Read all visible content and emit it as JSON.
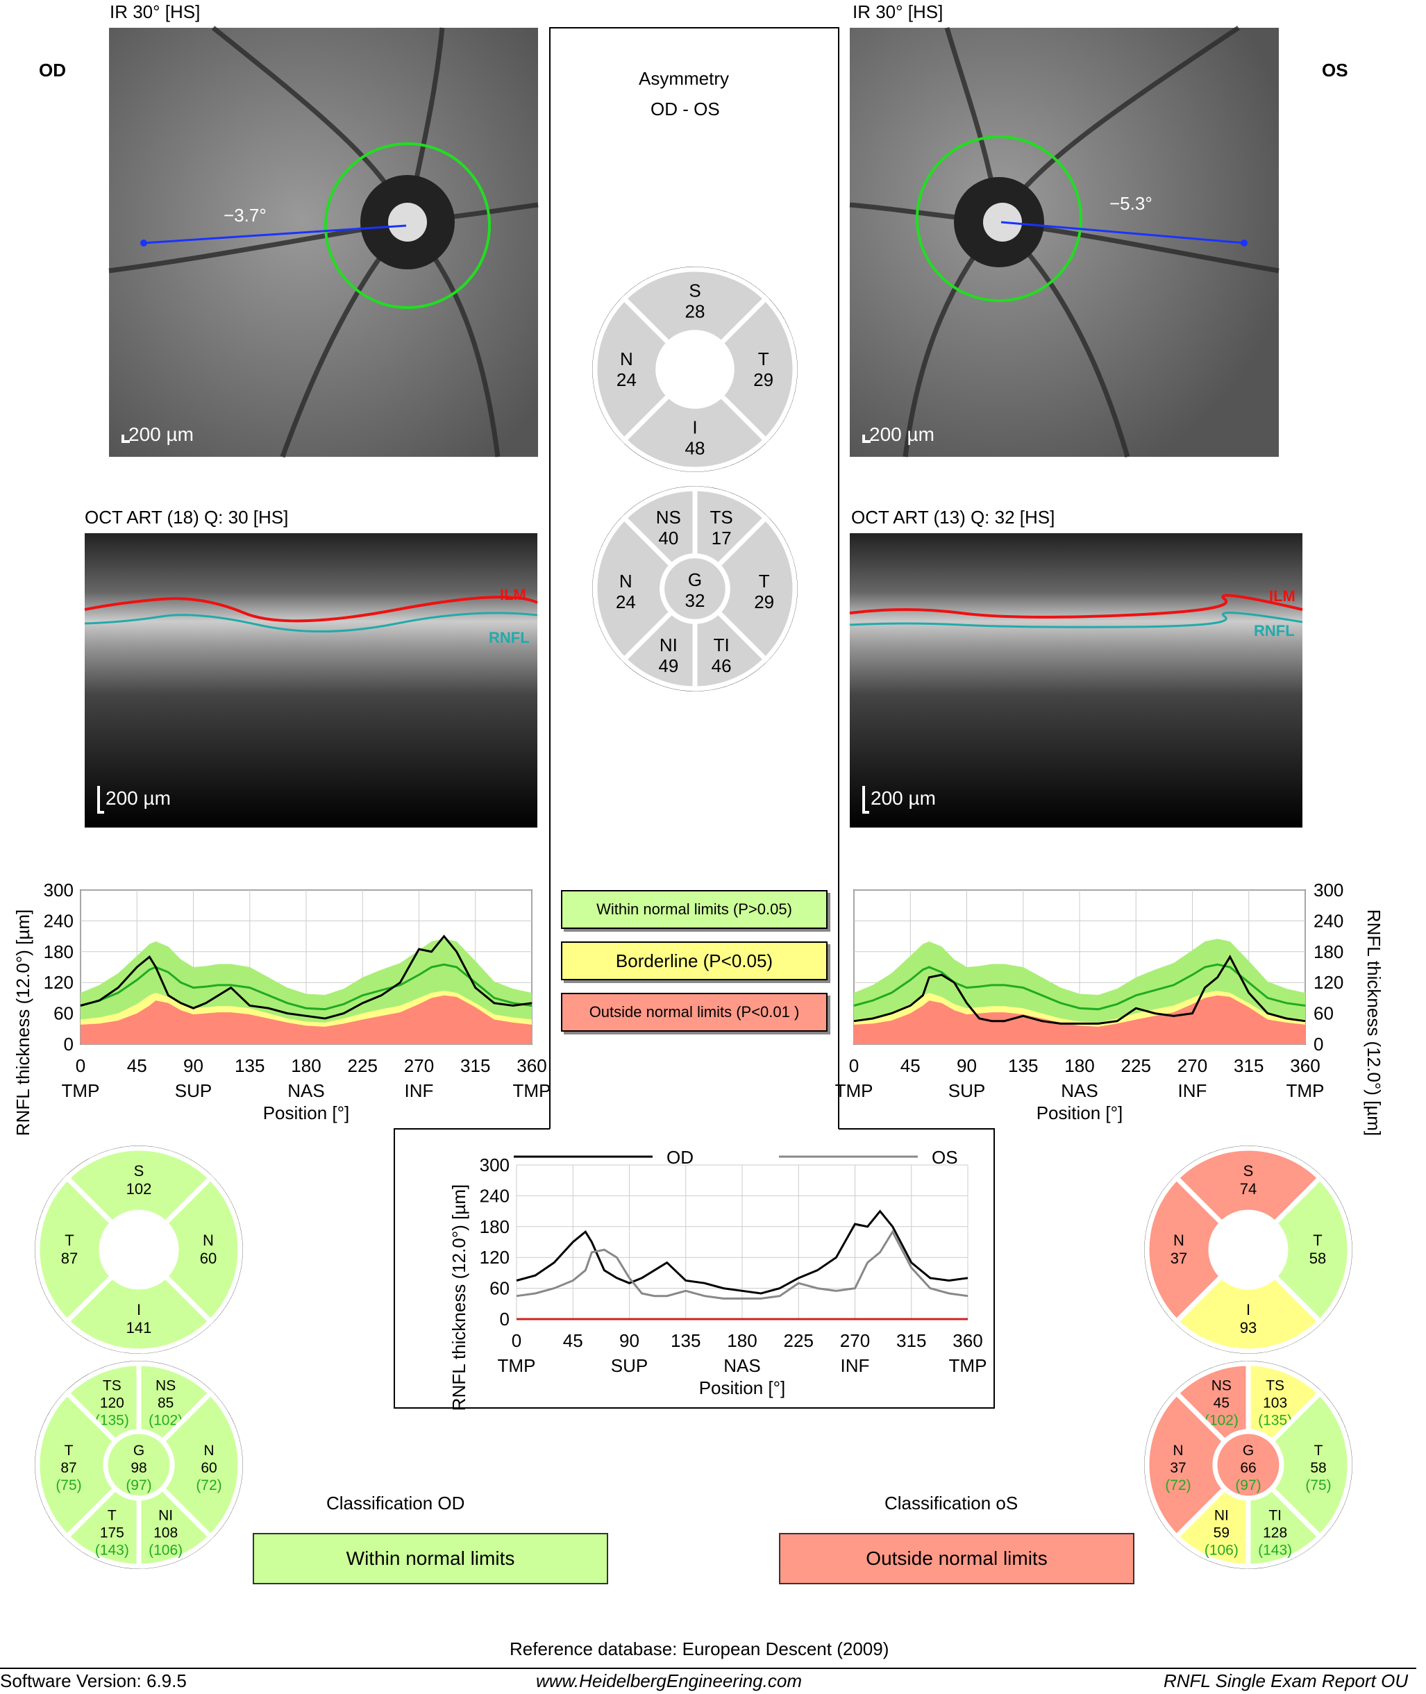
{
  "od": {
    "eye_label": "OD",
    "ir_title": "IR 30° [HS]",
    "angle": "−3.7°",
    "ir_scale": "200 µm",
    "oct_title": "OCT ART (18) Q: 30 [HS]",
    "oct_scale": "200 µm",
    "ilm_label": "ILM",
    "rnfl_label": "RNFL",
    "quadrants": [
      {
        "name": "S",
        "value": "102",
        "status": "green"
      },
      {
        "name": "T",
        "value": "87",
        "status": "green"
      },
      {
        "name": "N",
        "value": "60",
        "status": "green"
      },
      {
        "name": "I",
        "value": "141",
        "status": "green"
      }
    ],
    "sectors": [
      {
        "name": "TS",
        "value": "120",
        "ref": "(135)",
        "status": "green"
      },
      {
        "name": "NS",
        "value": "85",
        "ref": "(102)",
        "status": "green"
      },
      {
        "name": "T",
        "value": "87",
        "ref": "(75)",
        "status": "green"
      },
      {
        "name": "G",
        "value": "98",
        "ref": "(97)",
        "status": "green"
      },
      {
        "name": "N",
        "value": "60",
        "ref": "(72)",
        "status": "green"
      },
      {
        "name": "T",
        "value": "175",
        "ref": "(143)",
        "status": "green"
      },
      {
        "name": "NI",
        "value": "108",
        "ref": "(106)",
        "status": "green"
      }
    ],
    "classification_title": "Classification OD",
    "classification": "Within normal limits",
    "classification_color": "#ccff99"
  },
  "os": {
    "eye_label": "OS",
    "ir_title": "IR 30° [HS]",
    "angle": "−5.3°",
    "ir_scale": "200 µm",
    "oct_title": "OCT ART (13) Q: 32 [HS]",
    "oct_scale": "200 µm",
    "ilm_label": "ILM",
    "rnfl_label": "RNFL",
    "quadrants": [
      {
        "name": "S",
        "value": "74",
        "status": "red"
      },
      {
        "name": "N",
        "value": "37",
        "status": "red"
      },
      {
        "name": "T",
        "value": "58",
        "status": "green"
      },
      {
        "name": "I",
        "value": "93",
        "status": "yellow"
      }
    ],
    "sectors": [
      {
        "name": "NS",
        "value": "45",
        "ref": "(102)",
        "status": "red"
      },
      {
        "name": "TS",
        "value": "103",
        "ref": "(135)",
        "status": "yellow"
      },
      {
        "name": "N",
        "value": "37",
        "ref": "(72)",
        "status": "red"
      },
      {
        "name": "G",
        "value": "66",
        "ref": "(97)",
        "status": "red"
      },
      {
        "name": "T",
        "value": "58",
        "ref": "(75)",
        "status": "green"
      },
      {
        "name": "NI",
        "value": "59",
        "ref": "(106)",
        "status": "yellow"
      },
      {
        "name": "TI",
        "value": "128",
        "ref": "(143)",
        "status": "green"
      }
    ],
    "classification_title": "Classification oS",
    "classification": "Outside normal limits",
    "classification_color": "#ff9988"
  },
  "asymmetry": {
    "title_line1": "Asymmetry",
    "title_line2": "OD - OS",
    "quadrants": [
      {
        "name": "S",
        "value": "28"
      },
      {
        "name": "N",
        "value": "24"
      },
      {
        "name": "T",
        "value": "29"
      },
      {
        "name": "I",
        "value": "48"
      }
    ],
    "sectors": [
      {
        "name": "NS",
        "value": "40"
      },
      {
        "name": "TS",
        "value": "17"
      },
      {
        "name": "N",
        "value": "24"
      },
      {
        "name": "G",
        "value": "32"
      },
      {
        "name": "T",
        "value": "29"
      },
      {
        "name": "NI",
        "value": "49"
      },
      {
        "name": "TI",
        "value": "46"
      }
    ]
  },
  "legend": {
    "within": "Within normal limits (P>0.05)",
    "borderline": "Borderline (P<0.05)",
    "outside": "Outside normal limits (P<0.01 )"
  },
  "colors": {
    "green": "#ccff99",
    "yellow": "#ffff88",
    "red": "#ff9988",
    "gray": "#d3d3d3",
    "band_green": "#aaee77",
    "band_yellow": "#ffff88",
    "band_red": "#ff8877",
    "mean_line": "#22aa22"
  },
  "chart_data": [
    {
      "type": "line",
      "name": "OD profile",
      "ylabel": "RNFL thickness (12.0°) [µm]",
      "xlabel": "Position [°]",
      "ylim": [
        0,
        300
      ],
      "xlim": [
        0,
        360
      ],
      "yticks": [
        "0",
        "60",
        "120",
        "180",
        "240",
        "300"
      ],
      "xticks": [
        "0",
        "45",
        "90",
        "135",
        "180",
        "225",
        "270",
        "315",
        "360"
      ],
      "sector_labels": [
        "TMP",
        "SUP",
        "NAS",
        "INF",
        "TMP"
      ],
      "x": [
        0,
        15,
        30,
        45,
        55,
        60,
        70,
        80,
        90,
        100,
        110,
        120,
        135,
        150,
        165,
        180,
        195,
        210,
        225,
        240,
        255,
        270,
        280,
        290,
        300,
        315,
        330,
        345,
        360
      ],
      "series": [
        {
          "values": [
            75,
            85,
            110,
            150,
            170,
            150,
            95,
            80,
            70,
            80,
            95,
            110,
            75,
            70,
            60,
            55,
            50,
            60,
            80,
            95,
            120,
            185,
            180,
            210,
            180,
            110,
            80,
            75,
            80
          ]
        }
      ],
      "normal_mean": [
        75,
        85,
        100,
        125,
        145,
        150,
        140,
        120,
        110,
        112,
        115,
        115,
        110,
        95,
        80,
        70,
        68,
        78,
        95,
        105,
        115,
        135,
        150,
        155,
        150,
        120,
        90,
        80,
        75
      ],
      "p5": [
        48,
        52,
        60,
        78,
        95,
        100,
        92,
        78,
        70,
        72,
        74,
        74,
        70,
        60,
        50,
        44,
        42,
        50,
        60,
        68,
        75,
        90,
        100,
        104,
        100,
        80,
        58,
        52,
        48
      ],
      "p1": [
        38,
        40,
        46,
        60,
        75,
        85,
        80,
        66,
        58,
        60,
        62,
        62,
        58,
        50,
        42,
        36,
        34,
        40,
        48,
        55,
        62,
        78,
        90,
        95,
        92,
        72,
        48,
        42,
        38
      ],
      "p95": [
        100,
        115,
        138,
        172,
        195,
        200,
        190,
        165,
        150,
        152,
        156,
        156,
        150,
        130,
        110,
        98,
        96,
        108,
        130,
        145,
        158,
        183,
        200,
        205,
        200,
        162,
        122,
        108,
        100
      ]
    },
    {
      "type": "line",
      "name": "OS profile",
      "ylabel": "RNFL thickness (12.0°) [µm]",
      "xlabel": "Position [°]",
      "ylim": [
        0,
        300
      ],
      "xlim": [
        0,
        360
      ],
      "yticks": [
        "0",
        "60",
        "120",
        "180",
        "240",
        "300"
      ],
      "xticks": [
        "0",
        "45",
        "90",
        "135",
        "180",
        "225",
        "270",
        "315",
        "360"
      ],
      "sector_labels": [
        "TMP",
        "SUP",
        "NAS",
        "INF",
        "TMP"
      ],
      "x": [
        0,
        15,
        30,
        45,
        55,
        60,
        70,
        80,
        90,
        100,
        110,
        120,
        135,
        150,
        165,
        180,
        195,
        210,
        225,
        240,
        255,
        270,
        280,
        290,
        300,
        315,
        330,
        345,
        360
      ],
      "series": [
        {
          "values": [
            45,
            50,
            60,
            75,
            95,
            130,
            135,
            120,
            80,
            50,
            45,
            45,
            55,
            45,
            40,
            40,
            40,
            45,
            70,
            60,
            55,
            60,
            110,
            130,
            170,
            100,
            60,
            50,
            45
          ]
        }
      ],
      "normal_mean": [
        75,
        85,
        100,
        125,
        145,
        150,
        140,
        120,
        110,
        112,
        115,
        115,
        110,
        95,
        80,
        70,
        68,
        78,
        95,
        105,
        115,
        135,
        150,
        155,
        150,
        120,
        90,
        80,
        75
      ],
      "p5": [
        48,
        52,
        60,
        78,
        95,
        100,
        92,
        78,
        70,
        72,
        74,
        74,
        70,
        60,
        50,
        44,
        42,
        50,
        60,
        68,
        75,
        90,
        100,
        104,
        100,
        80,
        58,
        52,
        48
      ],
      "p1": [
        38,
        40,
        46,
        60,
        75,
        85,
        80,
        66,
        58,
        60,
        62,
        62,
        58,
        50,
        42,
        36,
        34,
        40,
        48,
        55,
        62,
        78,
        90,
        95,
        92,
        72,
        48,
        42,
        38
      ],
      "p95": [
        100,
        115,
        138,
        172,
        195,
        200,
        190,
        165,
        150,
        152,
        156,
        156,
        150,
        130,
        110,
        98,
        96,
        108,
        130,
        145,
        158,
        183,
        200,
        205,
        200,
        162,
        122,
        108,
        100
      ]
    },
    {
      "type": "line",
      "name": "OD vs OS comparison",
      "ylabel": "RNFL thickness (12.0°) [µm]",
      "xlabel": "Position [°]",
      "ylim": [
        0,
        300
      ],
      "xlim": [
        0,
        360
      ],
      "yticks": [
        "0",
        "60",
        "120",
        "180",
        "240",
        "300"
      ],
      "xticks": [
        "0",
        "45",
        "90",
        "135",
        "180",
        "225",
        "270",
        "315",
        "360"
      ],
      "sector_labels": [
        "TMP",
        "SUP",
        "NAS",
        "INF",
        "TMP"
      ],
      "x": [
        0,
        15,
        30,
        45,
        55,
        60,
        70,
        80,
        90,
        100,
        110,
        120,
        135,
        150,
        165,
        180,
        195,
        210,
        225,
        240,
        255,
        270,
        280,
        290,
        300,
        315,
        330,
        345,
        360
      ],
      "series": [
        {
          "name": "OD",
          "values": [
            75,
            85,
            110,
            150,
            170,
            150,
            95,
            80,
            70,
            80,
            95,
            110,
            75,
            70,
            60,
            55,
            50,
            60,
            80,
            95,
            120,
            185,
            180,
            210,
            180,
            110,
            80,
            75,
            80
          ]
        },
        {
          "name": "OS",
          "values": [
            45,
            50,
            60,
            75,
            95,
            130,
            135,
            120,
            80,
            50,
            45,
            45,
            55,
            45,
            40,
            40,
            40,
            45,
            70,
            60,
            55,
            60,
            110,
            130,
            170,
            100,
            60,
            50,
            45
          ]
        }
      ]
    }
  ],
  "footer": {
    "reference": "Reference database: European Descent (2009)",
    "version": "Software Version: 6.9.5",
    "website": "www.HeidelbergEngineering.com",
    "report": "RNFL Single Exam Report OU"
  }
}
